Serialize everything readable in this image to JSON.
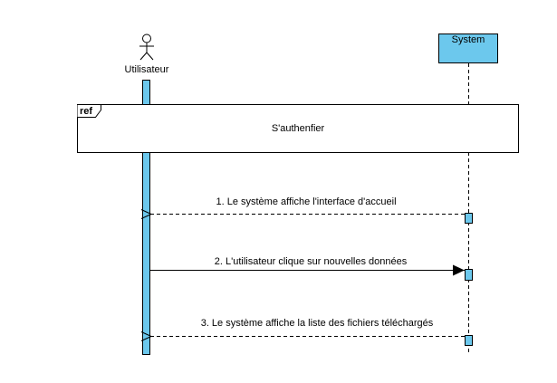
{
  "actor": {
    "name": "Utilisateur"
  },
  "system": {
    "name": "System"
  },
  "ref_frame": {
    "tag": "ref",
    "label": "S'authenfier"
  },
  "messages": [
    {
      "label": "1. Le système affiche l'interface d'accueil",
      "from": "System",
      "to": "Utilisateur",
      "kind": "return"
    },
    {
      "label": "2. L'utilisateur clique sur nouvelles données",
      "from": "Utilisateur",
      "to": "System",
      "kind": "synchronous"
    },
    {
      "label": "3. Le système affiche la liste des fichiers téléchargés",
      "from": "System",
      "to": "Utilisateur",
      "kind": "return"
    }
  ],
  "colors": {
    "lifeline_fill": "#6cc8ed",
    "stroke": "#000000",
    "background": "#ffffff"
  }
}
